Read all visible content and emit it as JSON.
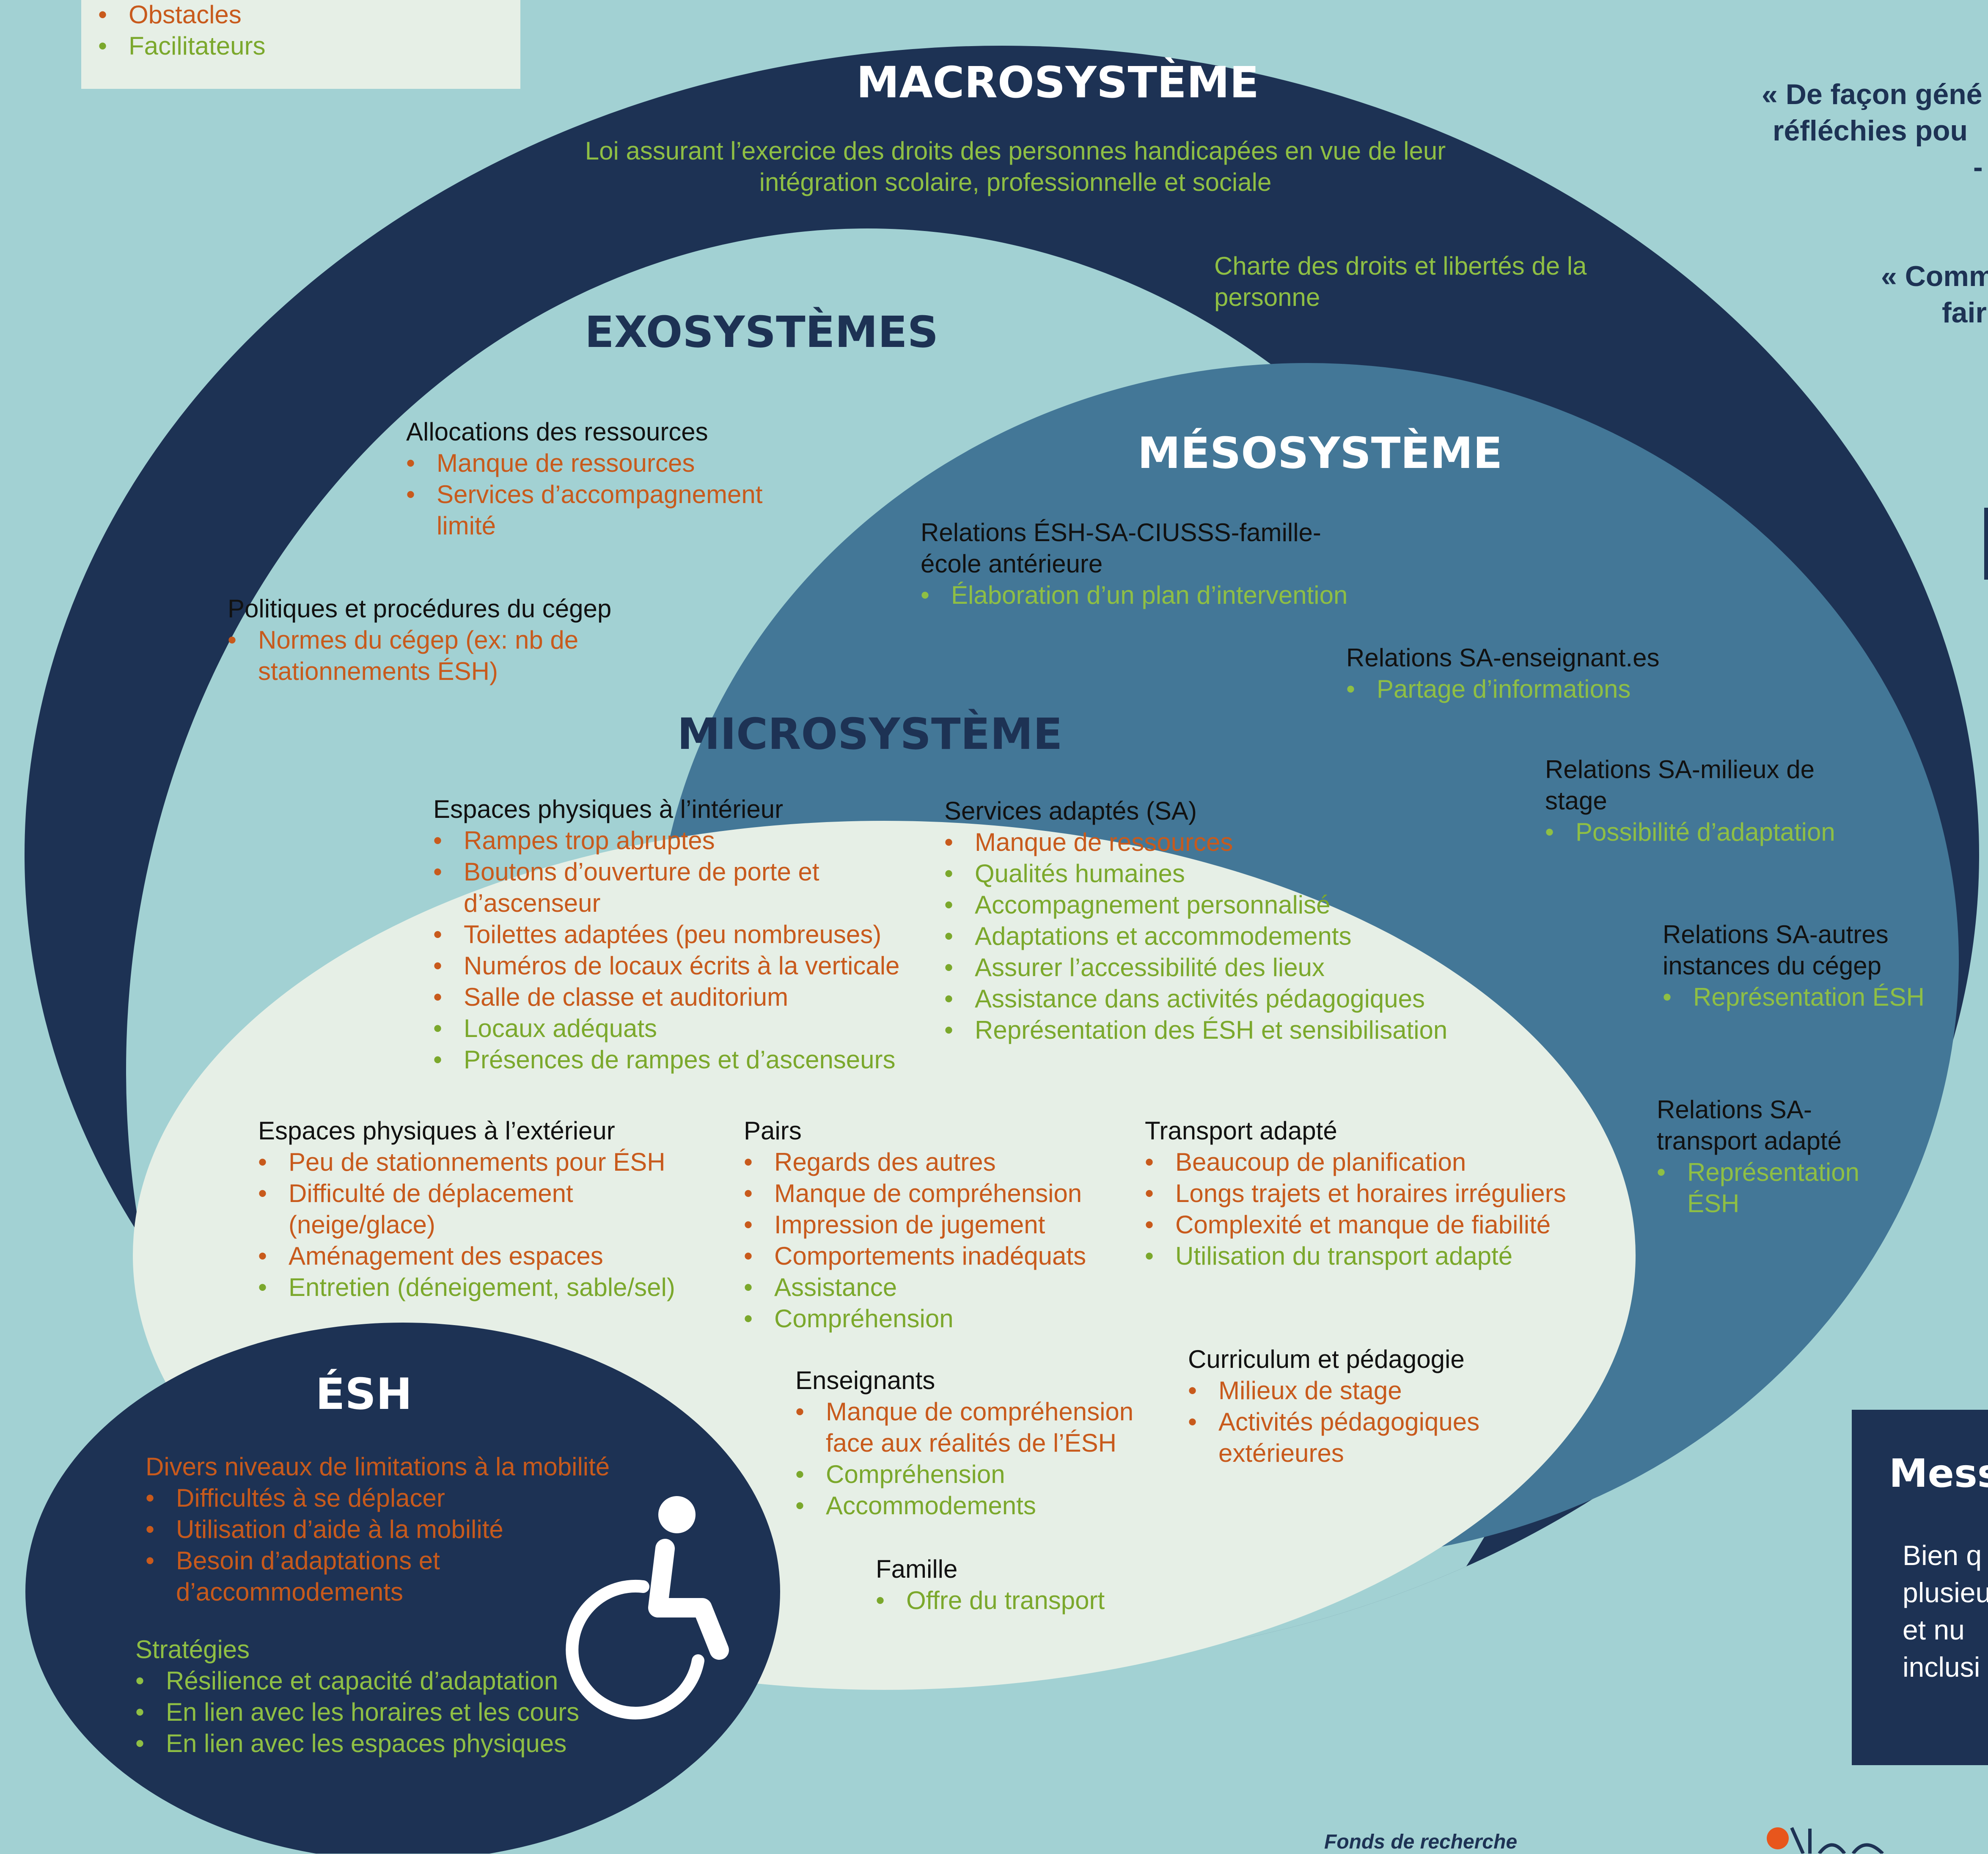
{
  "legend": {
    "items": [
      "Obstacles",
      "Facilitateurs"
    ]
  },
  "macrosysteme": {
    "title": "MACROSYSTÈME",
    "law": "Loi assurant l’exercice des droits des personnes handicapées en vue de leur intégration scolaire, professionnelle et sociale",
    "charter": "Charte des droits et libertés de la personne"
  },
  "exosystemes": {
    "title": "EXOSYSTÈMES",
    "allocations": {
      "heading": "Allocations des ressources",
      "items": [
        "Manque de ressources",
        "Services d’accompagnement limité"
      ]
    },
    "politiques": {
      "heading": "Politiques et procédures du cégep",
      "items": [
        "Normes du cégep (ex: nb de stationnements ÉSH)"
      ]
    }
  },
  "mesosysteme": {
    "title": "MÉSOSYSTÈME",
    "rel1": {
      "heading": "Relations ÉSH-SA-CIUSSS-famille-école antérieure",
      "items": [
        "Élaboration d’un plan d’intervention"
      ]
    },
    "rel2": {
      "heading": "Relations SA-enseignant.es",
      "items": [
        "Partage d’informations"
      ]
    },
    "rel3": {
      "heading": "Relations SA-milieux de stage",
      "items": [
        "Possibilité d’adaptation"
      ]
    },
    "rel4": {
      "heading": "Relations SA-autres instances du cégep",
      "items": [
        "Représentation ÉSH"
      ]
    },
    "rel5": {
      "heading": "Relations SA-transport adapté",
      "items": [
        "Représentation ÉSH"
      ]
    }
  },
  "microsysteme": {
    "title": "MICROSYSTÈME",
    "interieur": {
      "heading": "Espaces physiques à l’intérieur",
      "obstacles": [
        "Rampes trop abruptes",
        "Boutons d’ouverture de porte et d’ascenseur",
        "Toilettes adaptées (peu nombreuses)",
        "Numéros de locaux écrits à la verticale",
        "Salle de classe et auditorium"
      ],
      "facilitateurs": [
        "Locaux adéquats",
        "Présences de rampes et d’ascenseurs"
      ]
    },
    "services": {
      "heading": "Services adaptés (SA)",
      "obstacles": [
        "Manque de ressources"
      ],
      "facilitateurs": [
        "Qualités humaines",
        "Accompagnement personnalisé",
        "Adaptations et accommodements",
        "Assurer l’accessibilité des lieux",
        "Assistance dans activités pédagogiques",
        "Représentation des ÉSH et sensibilisation"
      ]
    },
    "exterieur": {
      "heading": "Espaces physiques à l’extérieur",
      "obstacles": [
        "Peu de stationnements pour ÉSH",
        "Difficulté de déplacement (neige/glace)",
        "Aménagement des espaces"
      ],
      "facilitateurs": [
        "Entretien (déneigement, sable/sel)"
      ]
    },
    "pairs": {
      "heading": "Pairs",
      "obstacles": [
        "Regards des autres",
        "Manque de compréhension",
        "Impression de jugement",
        "Comportements inadéquats"
      ],
      "facilitateurs": [
        "Assistance",
        "Compréhension"
      ]
    },
    "transport": {
      "heading": "Transport adapté",
      "obstacles": [
        "Beaucoup de planification",
        "Longs trajets et horaires irréguliers",
        "Complexité et manque de fiabilité"
      ],
      "facilitateurs": [
        "Utilisation du transport adapté"
      ]
    },
    "enseignants": {
      "heading": "Enseignants",
      "obstacles": [
        "Manque de compréhension face aux réalités de l’ÉSH"
      ],
      "facilitateurs": [
        "Compréhension",
        "Accommodements"
      ]
    },
    "curriculum": {
      "heading": "Curriculum et pédagogie",
      "obstacles": [
        "Milieux de stage",
        "Activités pédagogiques extérieures"
      ]
    },
    "famille": {
      "heading": "Famille",
      "facilitateurs": [
        "Offre du transport"
      ]
    }
  },
  "esh": {
    "title": "ÉSH",
    "limitations_heading": "Divers niveaux de limitations à la mobilité",
    "limitations": [
      "Difficultés à se déplacer",
      "Utilisation d’aide à la mobilité",
      "Besoin d’adaptations et d’accommodements"
    ],
    "strategies_heading": "Stratégies",
    "strategies": [
      "Résilience et capacité d’adaptation",
      "En lien avec les horaires et les cours",
      "En lien avec les espaces physiques"
    ],
    "icon": "wheelchair-icon"
  },
  "right_panel": {
    "quote1": [
      "« De façon géné",
      "réfléchies pou",
      "-"
    ],
    "quote2": [
      "« Comm",
      "fair"
    ],
    "message_title": "Mess",
    "message_lines": [
      "Bien q",
      "plusieu",
      "et nu",
      "inclusi"
    ]
  },
  "footer": {
    "funder": "Fonds de recherche"
  },
  "colors": {
    "background": "#a2d1d3",
    "macro": "#1d3254",
    "meso": "#437797",
    "micro": "#e6efe6",
    "obstacle": "#c85a1c",
    "facilitateur": "#7ba82c",
    "logo_dot": "#e8561c"
  }
}
